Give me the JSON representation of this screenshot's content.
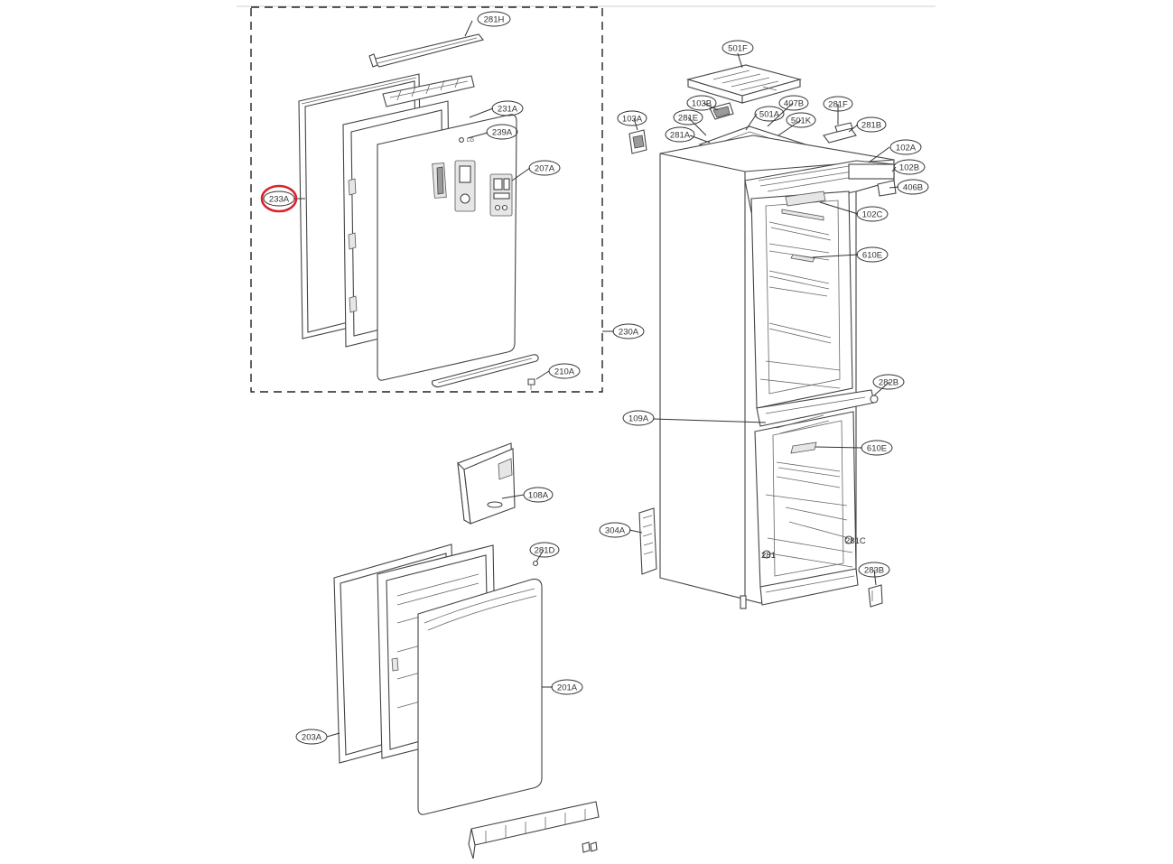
{
  "diagram": {
    "highlight_color": "#d9232d",
    "line_color": "#333333",
    "labels": [
      {
        "id": "281H",
        "text": "281H"
      },
      {
        "id": "231A",
        "text": "231A"
      },
      {
        "id": "239A",
        "text": "239A"
      },
      {
        "id": "207A",
        "text": "207A"
      },
      {
        "id": "233A",
        "text": "233A",
        "highlighted": true
      },
      {
        "id": "230A",
        "text": "230A"
      },
      {
        "id": "210A",
        "text": "210A"
      },
      {
        "id": "501F",
        "text": "501F"
      },
      {
        "id": "103B",
        "text": "103B"
      },
      {
        "id": "103A",
        "text": "103A"
      },
      {
        "id": "281E",
        "text": "281E"
      },
      {
        "id": "501A",
        "text": "501A"
      },
      {
        "id": "407B",
        "text": "407B"
      },
      {
        "id": "281F",
        "text": "281F"
      },
      {
        "id": "281A",
        "text": "281A"
      },
      {
        "id": "501K",
        "text": "501K"
      },
      {
        "id": "281B",
        "text": "281B"
      },
      {
        "id": "102A",
        "text": "102A"
      },
      {
        "id": "102B",
        "text": "102B"
      },
      {
        "id": "406B",
        "text": "406B"
      },
      {
        "id": "102C",
        "text": "102C"
      },
      {
        "id": "610E-top",
        "text": "610E"
      },
      {
        "id": "282B",
        "text": "282B"
      },
      {
        "id": "109A",
        "text": "109A"
      },
      {
        "id": "610E-bottom",
        "text": "610E"
      },
      {
        "id": "108A",
        "text": "108A"
      },
      {
        "id": "304A",
        "text": "304A"
      },
      {
        "id": "281D",
        "text": "281D"
      },
      {
        "id": "283B",
        "text": "283B"
      },
      {
        "id": "201A",
        "text": "201A"
      },
      {
        "id": "203A",
        "text": "203A"
      }
    ],
    "small_marks": {
      "logo": "LG",
      "left_hinge_label": "281",
      "right_hinge_label": "281C"
    }
  }
}
